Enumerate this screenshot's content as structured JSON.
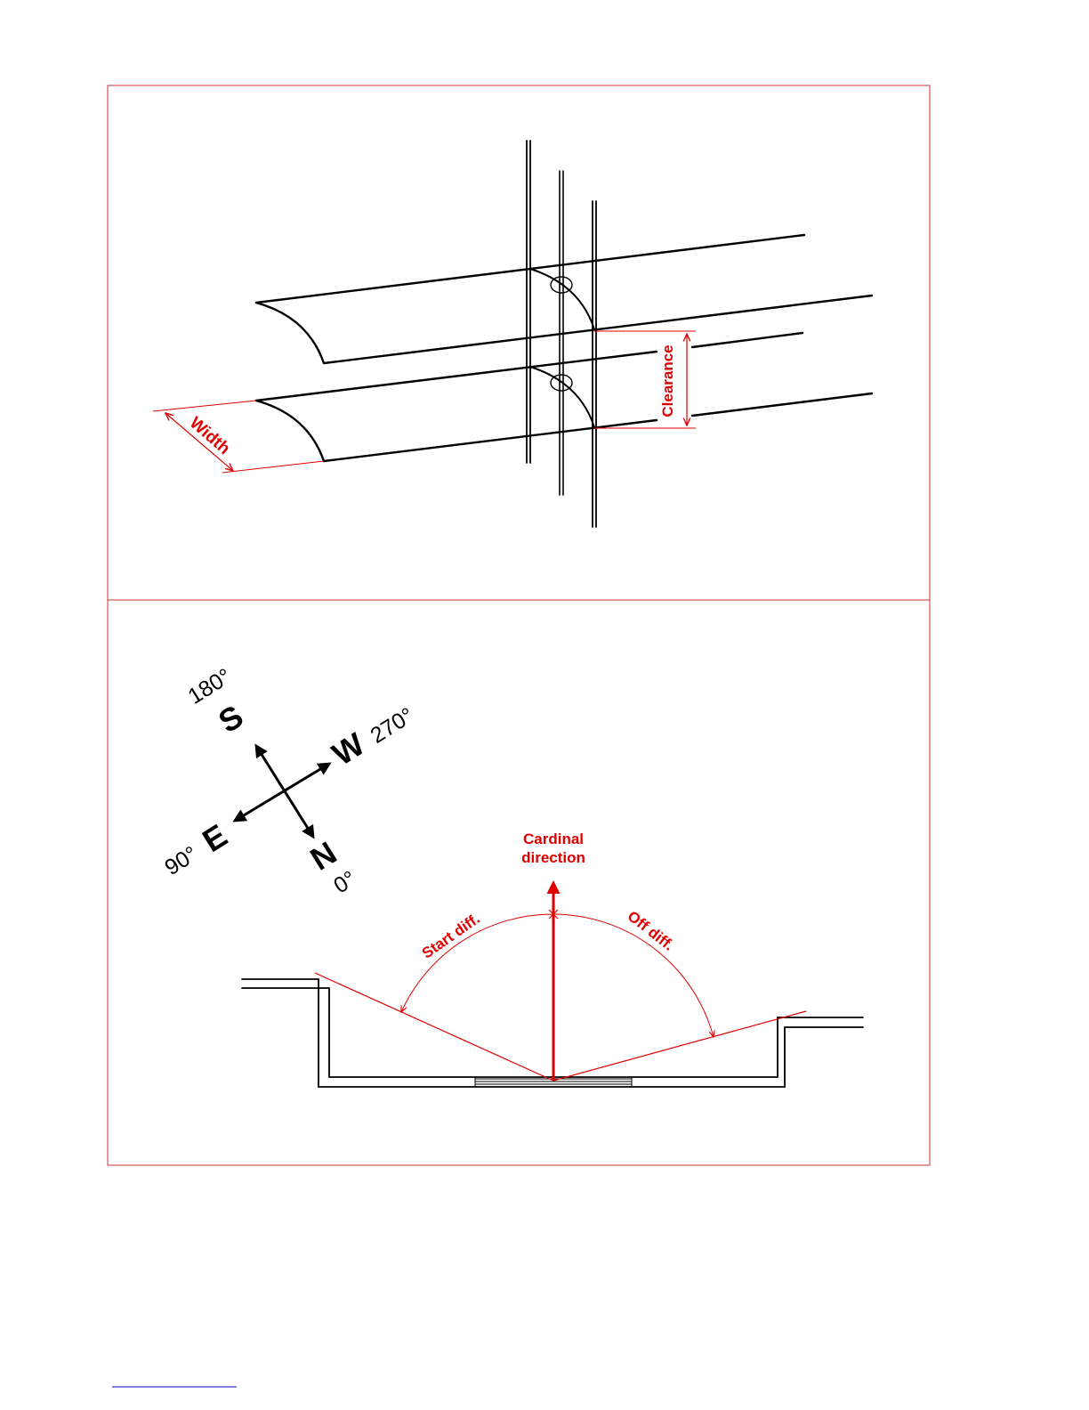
{
  "panel_top": {
    "labels": {
      "width": "Width",
      "clearance": "Clearance"
    }
  },
  "panel_bottom": {
    "compass": {
      "south": "S",
      "west": "W",
      "east": "E",
      "north": "N",
      "south_deg": "180°",
      "west_deg": "270°",
      "east_deg": "90°",
      "north_deg": "0°"
    },
    "labels": {
      "cardinal_line1": "Cardinal",
      "cardinal_line2": "direction",
      "start_diff": "Start diff.",
      "off_diff": "Off diff."
    }
  },
  "colors": {
    "annotation": "#e00000",
    "frame": "#cc3333",
    "footer_rule": "#0000cc"
  }
}
